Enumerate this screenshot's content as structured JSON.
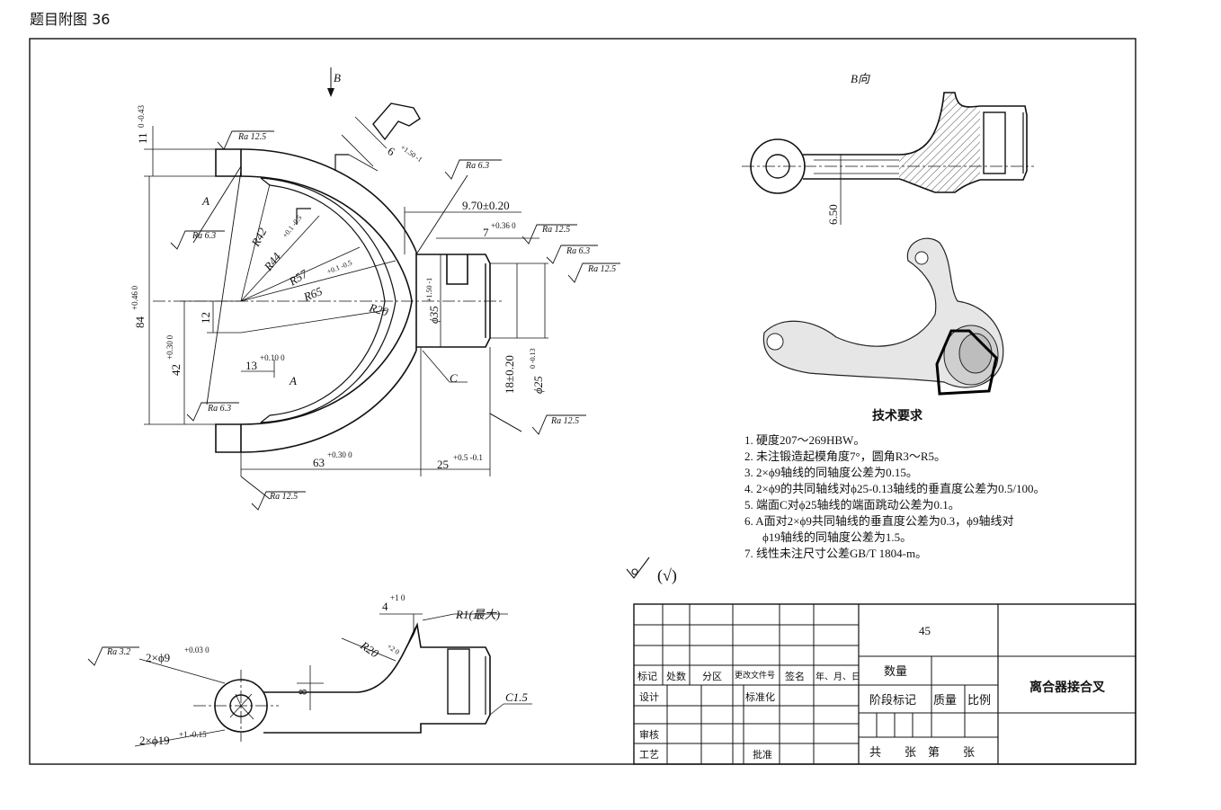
{
  "caption": "题目附图 36",
  "views": {
    "view_b_label": "B向",
    "arrow_label": "B",
    "section_letter_a": "A",
    "section_letter_c": "C"
  },
  "dims": {
    "d11": "11",
    "d11_tol": "0 -0.43",
    "d84": "84",
    "d84_tol": "+0.46 0",
    "d42": "42",
    "d42_tol": "+0.30 0",
    "d12": "12",
    "d13": "13",
    "d13_tol": "+0.10 0",
    "d63": "63",
    "d63_tol": "+0.30 0",
    "d25": "25",
    "d25_tol": "+0.5 -0.1",
    "r42": "R42",
    "r44": "R44",
    "r44_tol": "+0.1 -0.5",
    "r57": "R57",
    "r65": "R65",
    "r65_tol": "+0.1 -0.5",
    "r20": "R20",
    "d6": "6",
    "d6_tol": "+1.50 -1",
    "d970": "9.70±0.20",
    "d7": "7",
    "d7_tol": "+0.36 0",
    "phi35": "ϕ35",
    "phi35_tol": "+1.50 -1",
    "d18": "18±0.20",
    "phi25": "ϕ25",
    "phi25_tol": "0 -0.13",
    "d650": "6.50",
    "d4": "4",
    "d4_tol": "+1 0",
    "r1": "R1(最大)",
    "r20b": "R20",
    "r20b_tol": "+2 0",
    "d8": "8",
    "c15": "C1.5",
    "holes9": "2×ϕ9",
    "holes9_tol": "+0.03 0",
    "holes19": "2×ϕ19",
    "holes19_tol": "+1 -0.15"
  },
  "roughness": {
    "ra125": "Ra 12.5",
    "ra63": "Ra 6.3",
    "ra32": "Ra 3.2",
    "general": "(√)"
  },
  "tech_requirements": {
    "title": "技术要求",
    "items": [
      "1. 硬度207～269HBW。",
      "2. 未注锻造起模角度7°，圆角R3～R5。",
      "3. 2×ϕ9轴线的同轴度公差为0.15。",
      "4. 2×ϕ9的共同轴线对ϕ25-0.13轴线的垂直度公差为0.5/100。",
      "5. 端面C对ϕ25轴线的端面跳动公差为0.1。",
      "6. A面对2×ϕ9共同轴线的垂直度公差为0.3，ϕ9轴线对",
      "ϕ19轴线的同轴度公差为1.5。",
      "7. 线性未注尺寸公差GB/T 1804-m。"
    ]
  },
  "title_block": {
    "material": "45",
    "part_name": "离合器接合叉",
    "quantity": "数量",
    "stage_mark": "阶段标记",
    "mass": "质量",
    "scale": "比例",
    "sheets": "共　　张　第　　张",
    "headers": [
      "标记",
      "处数",
      "分区",
      "更改文件号",
      "签名",
      "年、月、日"
    ],
    "design": "设计",
    "standardize": "标准化",
    "review": "审核",
    "process": "工艺",
    "approve": "批准"
  }
}
